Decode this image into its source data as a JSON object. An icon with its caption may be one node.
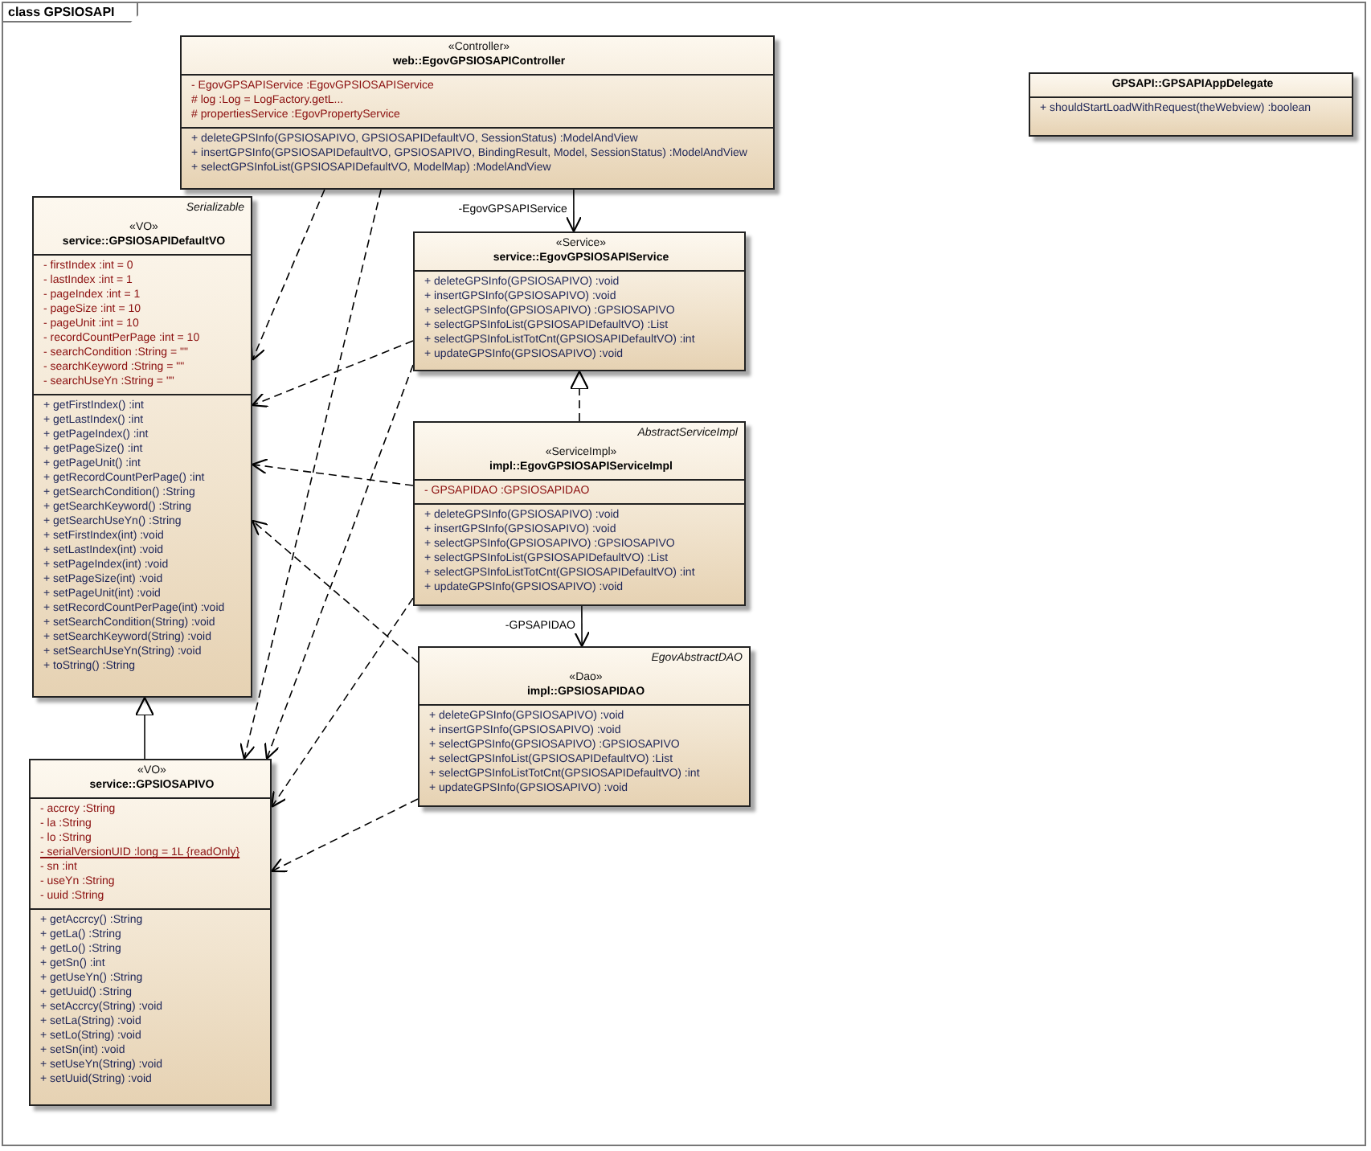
{
  "diagram": {
    "nodes": [
      {
        "text": [
          "class GPSIOSAPI"
        ]
      },
      {
        "text": [
          "«Controller»",
          "web::EgovGPSIOSAPIController",
          "- EgovGPSAPIService :EgovGPSIOSAPIService",
          "# log :Log = LogFactory.getL...",
          "# propertiesService :EgovPropertyService",
          "+ deleteGPSInfo(GPSIOSAPIVO, GPSIOSAPIDefaultVO, SessionStatus) :ModelAndView",
          "+ insertGPSInfo(GPSIOSAPIDefaultVO, GPSIOSAPIVO, BindingResult, Model, SessionStatus) :ModelAndView",
          "+ selectGPSInfoList(GPSIOSAPIDefaultVO, ModelMap) :ModelAndView"
        ],
        "in": 0
      },
      {
        "text": [
          "GPSAPI::GPSAPIAppDelegate",
          "+ shouldStartLoadWithRequest(theWebview) :boolean"
        ],
        "in": 0
      },
      {
        "text": [
          "Serializable",
          "«VO»",
          "service::GPSIOSAPIDefaultVO",
          "- firstIndex :int = 0",
          "- lastIndex :int = 1",
          "- pageIndex :int = 1",
          "- pageSize :int = 10",
          "- pageUnit :int = 10",
          "- recordCountPerPage :int = 10",
          "- searchCondition :String = \"\"",
          "- searchKeyword :String = \"\"",
          "- searchUseYn :String = \"\"",
          "+ getFirstIndex() :int",
          "+ getLastIndex() :int",
          "+ getPageIndex() :int",
          "+ getPageSize() :int",
          "+ getPageUnit() :int",
          "+ getRecordCountPerPage() :int",
          "+ getSearchCondition() :String",
          "+ getSearchKeyword() :String",
          "+ getSearchUseYn() :String",
          "+ setFirstIndex(int) :void",
          "+ setLastIndex(int) :void",
          "+ setPageIndex(int) :void",
          "+ setPageSize(int) :void",
          "+ setPageUnit(int) :void",
          "+ setRecordCountPerPage(int) :void",
          "+ setSearchCondition(String) :void",
          "+ setSearchKeyword(String) :void",
          "+ setSearchUseYn(String) :void",
          "+ toString() :String"
        ],
        "in": 0
      },
      {
        "text": [
          "«Service»",
          "service::EgovGPSIOSAPIService",
          "+ deleteGPSInfo(GPSIOSAPIVO) :void",
          "+ insertGPSInfo(GPSIOSAPIVO) :void",
          "+ selectGPSInfo(GPSIOSAPIVO) :GPSIOSAPIVO",
          "+ selectGPSInfoList(GPSIOSAPIDefaultVO) :List",
          "+ selectGPSInfoListTotCnt(GPSIOSAPIDefaultVO) :int",
          "+ updateGPSInfo(GPSIOSAPIVO) :void"
        ],
        "in": 0
      },
      {
        "text": [
          "AbstractServiceImpl",
          "«ServiceImpl»",
          "impl::EgovGPSIOSAPIServiceImpl",
          "- GPSAPIDAO :GPSIOSAPIDAO",
          "+ deleteGPSInfo(GPSIOSAPIVO) :void",
          "+ insertGPSInfo(GPSIOSAPIVO) :void",
          "+ selectGPSInfo(GPSIOSAPIVO) :GPSIOSAPIVO",
          "+ selectGPSInfoList(GPSIOSAPIDefaultVO) :List",
          "+ selectGPSInfoListTotCnt(GPSIOSAPIDefaultVO) :int",
          "+ updateGPSInfo(GPSIOSAPIVO) :void"
        ],
        "in": 0
      },
      {
        "text": [
          "EgovAbstractDAO",
          "«Dao»",
          "impl::GPSIOSAPIDAO",
          "+ deleteGPSInfo(GPSIOSAPIVO) :void",
          "+ insertGPSInfo(GPSIOSAPIVO) :void",
          "+ selectGPSInfo(GPSIOSAPIVO) :GPSIOSAPIVO",
          "+ selectGPSInfoList(GPSIOSAPIDefaultVO) :List",
          "+ selectGPSInfoListTotCnt(GPSIOSAPIDefaultVO) :int",
          "+ updateGPSInfo(GPSIOSAPIVO) :void"
        ],
        "in": 0
      },
      {
        "text": [
          "«VO»",
          "service::GPSIOSAPIVO",
          "- accrcy :String",
          "- la :String",
          "- lo :String",
          "- serialVersionUID :long = 1L {readOnly}",
          "- sn :int",
          "- useYn :String",
          "- uuid :String",
          "+ getAccrcy() :String",
          "+ getLa() :String",
          "+ getLo() :String",
          "+ getSn() :int",
          "+ getUseYn() :String",
          "+ getUuid() :String",
          "+ setAccrcy(String) :void",
          "+ setLa(String) :void",
          "+ setLo(String) :void",
          "+ setSn(int) :void",
          "+ setUseYn(String) :void",
          "+ setUuid(String) :void"
        ],
        "in": 0
      }
    ],
    "edges": [
      {
        "from": 1,
        "to": 4,
        "arrow": "to",
        "label": "-EgovGPSAPIService"
      },
      {
        "from": 5,
        "to": 4,
        "arrow": "to",
        "style": "dashed"
      },
      {
        "from": 5,
        "to": 6,
        "arrow": "to",
        "label": "-GPSAPIDAO"
      },
      {
        "from": 7,
        "to": 3,
        "arrow": "to"
      },
      {
        "from": 1,
        "to": 3,
        "arrow": "to",
        "style": "dashed"
      },
      {
        "from": 1,
        "to": 7,
        "arrow": "to",
        "style": "dashed"
      },
      {
        "from": 4,
        "to": 3,
        "arrow": "to",
        "style": "dashed"
      },
      {
        "from": 4,
        "to": 7,
        "arrow": "to",
        "style": "dashed"
      },
      {
        "from": 5,
        "to": 3,
        "arrow": "to",
        "style": "dashed"
      },
      {
        "from": 5,
        "to": 7,
        "arrow": "to",
        "style": "dashed"
      },
      {
        "from": 6,
        "to": 3,
        "arrow": "to",
        "style": "dashed"
      },
      {
        "from": 6,
        "to": 7,
        "arrow": "to",
        "style": "dashed"
      }
    ]
  }
}
